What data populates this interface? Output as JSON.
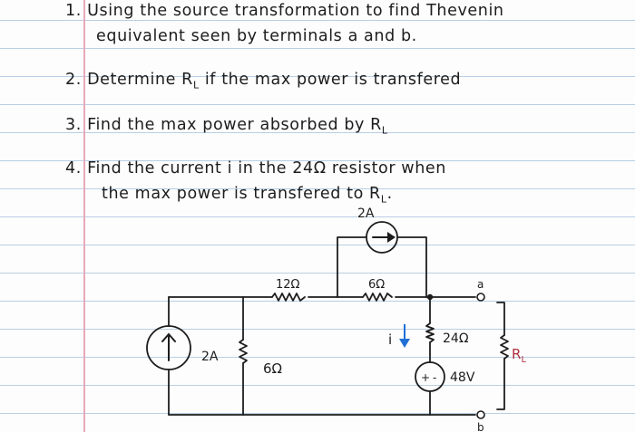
{
  "problems": [
    {
      "number": "1.",
      "line1": "Using the source transformation to find Thevenin",
      "line2": "equivalent seen by terminals a and b."
    },
    {
      "number": "2.",
      "text_before": "Determine R",
      "subscript": "L",
      "text_after": " if the max power is transfered"
    },
    {
      "number": "3.",
      "text": "Find the max power absorbed by R",
      "subscript": "L"
    },
    {
      "number": "4.",
      "line1": "Find the current i in the 24Ω resistor when",
      "line2": "the max power is transfered to R",
      "line2_subscript": "L",
      "line2_end": "."
    }
  ],
  "circuit": {
    "top_source_label": "2A",
    "left_source_label": "2A",
    "resistor_12": "12Ω",
    "resistor_6_top": "6Ω",
    "resistor_6_shunt": "6Ω",
    "resistor_24": "24Ω",
    "voltage_source": "48V",
    "voltage_plus": "+",
    "voltage_minus": "-",
    "current_label": "i",
    "terminal_a": "a",
    "terminal_b": "b",
    "load_label": "R",
    "load_subscript": "L",
    "current_arrow_color": "#1f6fd6",
    "load_label_color": "#b03040"
  }
}
